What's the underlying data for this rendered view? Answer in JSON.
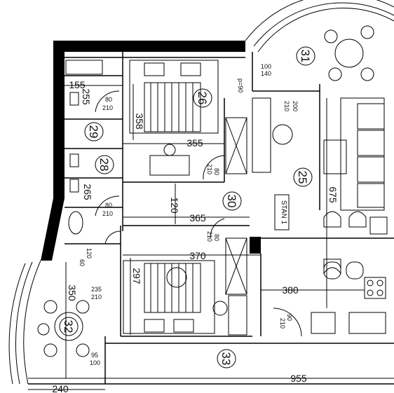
{
  "rooms": {
    "r25": "25",
    "r26": "26",
    "r28": "28",
    "r29": "29",
    "r30": "30",
    "r31": "31",
    "r32": "32",
    "r33": "33"
  },
  "unit_label": "STAN 1",
  "dimensions": {
    "d155": "155",
    "d255": "255",
    "d358": "358",
    "d355": "355",
    "d265": "265",
    "d120": "120",
    "d365": "365",
    "d370": "370",
    "d297": "297",
    "d350": "350",
    "d675": "675",
    "d380": "380",
    "d955": "955",
    "d240": "240"
  },
  "openings": {
    "o100_140_a": "100",
    "o100_140_b": "140",
    "p90": "p=90",
    "o200_210_a": "200",
    "o200_210_b": "210",
    "o80_210_bed_a": "80",
    "o80_210_bed_b": "210",
    "o80_210_hall_a": "80",
    "o80_210_hall_b": "210",
    "o80_210_mid_a": "80",
    "o80_210_mid_b": "210",
    "o120_60_a": "120",
    "o120_60_b": "60",
    "o235_210_a": "235",
    "o235_210_b": "210",
    "o90_210_a": "90",
    "o90_210_b": "210",
    "o95_100_a": "95",
    "o95_100_b": "100",
    "o80_210_door_a": "80",
    "o80_210_door_b": "210"
  }
}
